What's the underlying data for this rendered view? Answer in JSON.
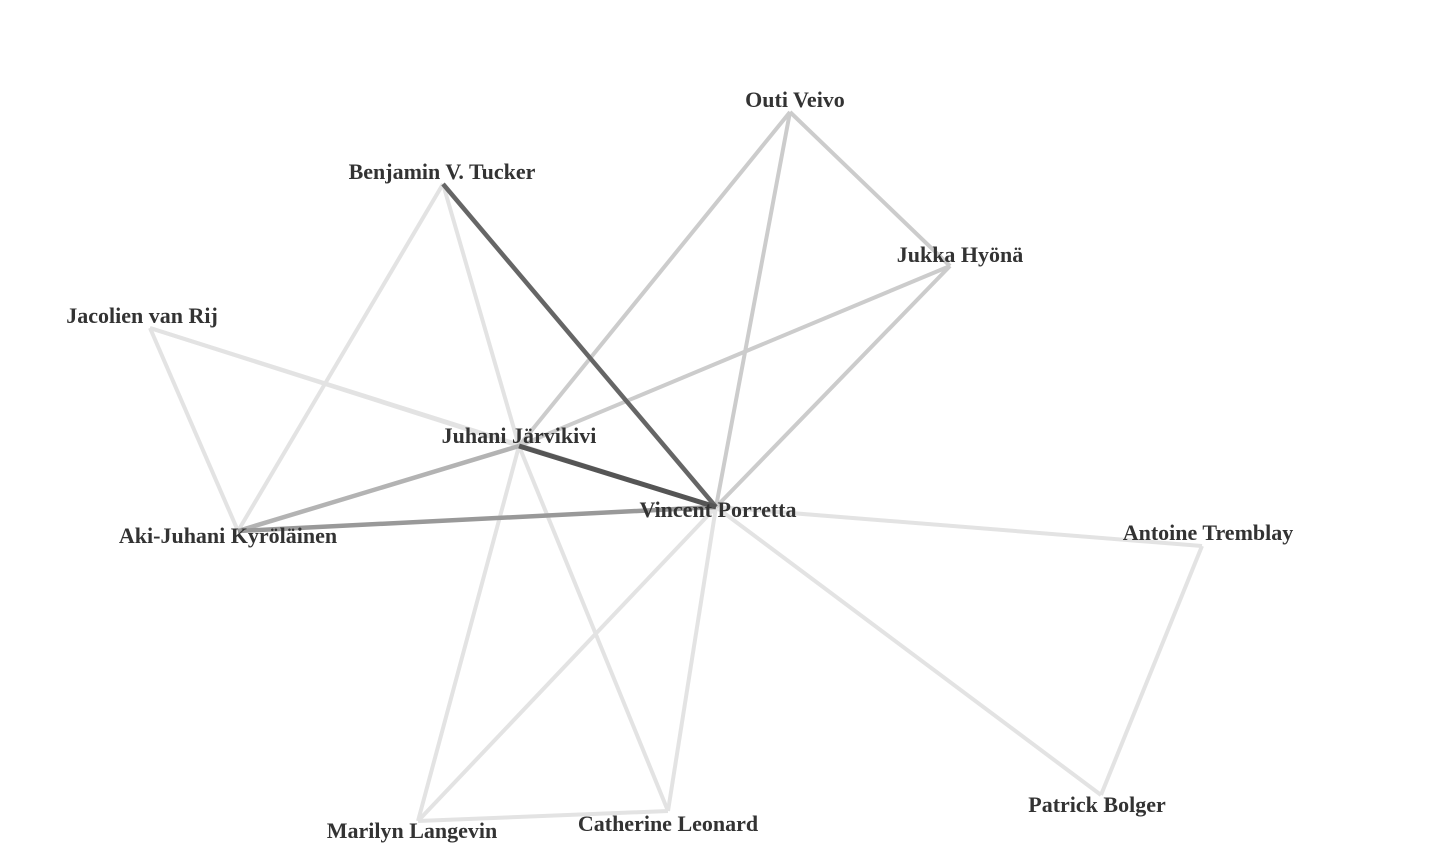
{
  "graph": {
    "nodes": [
      {
        "id": "outi",
        "label": "Outi Veivo"
      },
      {
        "id": "benjamin",
        "label": "Benjamin V. Tucker"
      },
      {
        "id": "jukka",
        "label": "Jukka Hyönä"
      },
      {
        "id": "jacolien",
        "label": "Jacolien van Rij"
      },
      {
        "id": "juhani",
        "label": "Juhani Järvikivi"
      },
      {
        "id": "vincent",
        "label": "Vincent Porretta"
      },
      {
        "id": "aki",
        "label": "Aki-Juhani Kyröläinen"
      },
      {
        "id": "antoine",
        "label": "Antoine Tremblay"
      },
      {
        "id": "patrick",
        "label": "Patrick Bolger"
      },
      {
        "id": "marilyn",
        "label": "Marilyn Langevin"
      },
      {
        "id": "catherine",
        "label": "Catherine Leonard"
      }
    ],
    "edges": [
      {
        "source": "outi",
        "target": "juhani",
        "weight": 2
      },
      {
        "source": "outi",
        "target": "vincent",
        "weight": 2
      },
      {
        "source": "outi",
        "target": "jukka",
        "weight": 2
      },
      {
        "source": "jukka",
        "target": "juhani",
        "weight": 2
      },
      {
        "source": "jukka",
        "target": "vincent",
        "weight": 2
      },
      {
        "source": "benjamin",
        "target": "vincent",
        "weight": 5
      },
      {
        "source": "benjamin",
        "target": "juhani",
        "weight": 1
      },
      {
        "source": "benjamin",
        "target": "aki",
        "weight": 1
      },
      {
        "source": "jacolien",
        "target": "juhani",
        "weight": 1
      },
      {
        "source": "jacolien",
        "target": "vincent",
        "weight": 1
      },
      {
        "source": "jacolien",
        "target": "aki",
        "weight": 1
      },
      {
        "source": "juhani",
        "target": "vincent",
        "weight": 6
      },
      {
        "source": "juhani",
        "target": "aki",
        "weight": 3
      },
      {
        "source": "juhani",
        "target": "marilyn",
        "weight": 1
      },
      {
        "source": "juhani",
        "target": "catherine",
        "weight": 1
      },
      {
        "source": "vincent",
        "target": "aki",
        "weight": 4
      },
      {
        "source": "vincent",
        "target": "antoine",
        "weight": 1
      },
      {
        "source": "vincent",
        "target": "patrick",
        "weight": 1
      },
      {
        "source": "vincent",
        "target": "marilyn",
        "weight": 1
      },
      {
        "source": "vincent",
        "target": "catherine",
        "weight": 1
      },
      {
        "source": "antoine",
        "target": "patrick",
        "weight": 1
      },
      {
        "source": "marilyn",
        "target": "catherine",
        "weight": 1
      }
    ]
  }
}
